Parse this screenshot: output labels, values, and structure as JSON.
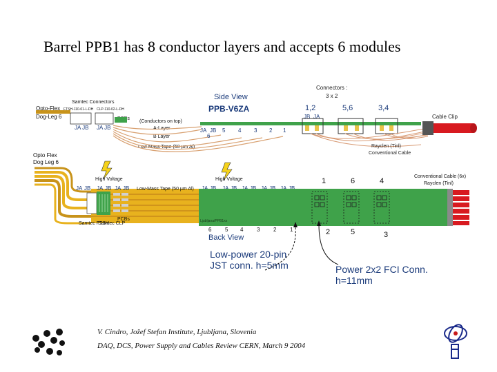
{
  "slide": {
    "title": "Barrel PPB1 has 8 conductor layers and accepts 6 modules"
  },
  "side_view": {
    "heading": "Side View",
    "board_name": "PPB-V6ZA",
    "connectors_label_1": "Connectors :",
    "connectors_label_2": "3 x 2",
    "top_numbers": [
      "1,2",
      "5,6",
      "3,4"
    ],
    "top_jacks": [
      "JB",
      "JA"
    ],
    "cable_clip": "Cable Clip",
    "rayclen_1": "Rayclen (Tinl)",
    "rayclen_2": "Conventional Cable",
    "opto_flex_1": "Opto-Flex",
    "opto_flex_2": "Dog-Leg 6",
    "samtec_connectors": "Samtec Connectors",
    "samtec_part_1": "FTSH-110-01-L-DH",
    "samtec_part_2": "CLP-110-02-L-DH",
    "pcbs": "PCBs",
    "ja_jb_1": "JA JB",
    "ja_jb_2": "JA JB",
    "conductors_note": "(Conductors on top)",
    "a_layer": "A-Layer",
    "b_layer": "B Layer",
    "low_mass_tape": "Low Mass Tape (50 µm Al)",
    "module_row": [
      "JA",
      "JB",
      "5",
      "4",
      "3",
      "2",
      "1",
      "6"
    ]
  },
  "back_view": {
    "heading": "Back View",
    "opto_flex_1": "Opto Flex",
    "opto_flex_2": "Dog Leg 6",
    "high_voltage_1": "High Voltage",
    "high_voltage_2": "High Voltage",
    "jack_row_left": [
      "JA",
      "JB",
      "JA",
      "JB",
      "JA",
      "JB"
    ],
    "jack_row_right": [
      "JA",
      "JB",
      "JA",
      "JB",
      "JA",
      "JB",
      "JA",
      "JB",
      "JA",
      "JB"
    ],
    "low_mass_tape": "Low-Mass Tape (50 µm Al)",
    "top_numbers": [
      "1",
      "6",
      "4"
    ],
    "bottom_numbers": [
      "2",
      "5",
      "3"
    ],
    "inner_bottom_row": [
      "6",
      "5",
      "4",
      "3",
      "2",
      "1"
    ],
    "board_tag": "Ljubljana/PPB1xx",
    "conventional_cable": "Conventional Cable (6x)",
    "rayclen_tinl": "Rayclen (Tinl)",
    "samtec_ftsh": "Samtec FTSH",
    "samtec_clp": "Samtec CLP",
    "pcbs": "PCBs"
  },
  "annotations": {
    "low_power_1": "Low-power 20-pin",
    "low_power_2": "JST conn. h=5mm",
    "power_1": "Power 2x2 FCI Conn.",
    "power_2": "h=11mm"
  },
  "footer": {
    "line1": "V. Cindro,   Jožef Stefan Institute, Ljubljana, Slovenia",
    "line2": "DAQ, DCS, Power Supply and Cables Review CERN,  March 9 2004"
  },
  "colors": {
    "board_green": "#3fa24a",
    "flex_yellow": "#e8b21e",
    "cable_red": "#d81a20",
    "wire_tan": "#d8a070"
  }
}
